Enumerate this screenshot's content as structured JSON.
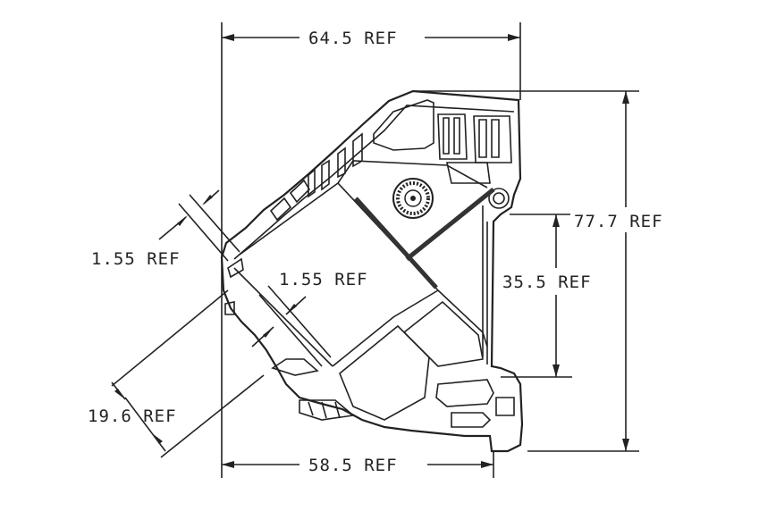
{
  "dimensions": {
    "top_width": "64.5 REF",
    "bottom_width": "58.5 REF",
    "total_height": "77.7 REF",
    "rail_height": "35.5 REF",
    "offset_outer": "1.55 REF",
    "offset_inner": "1.55 REF",
    "diagonal": "19.6 REF"
  },
  "colors": {
    "line": "#222222",
    "background": "#ffffff"
  }
}
